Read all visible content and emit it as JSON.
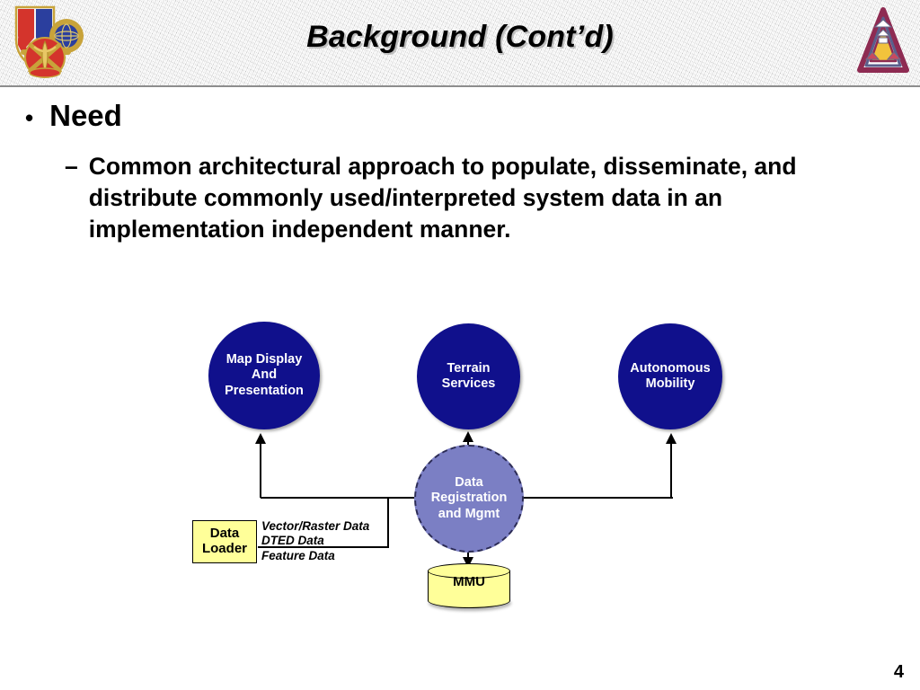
{
  "slide": {
    "title": "Background (Cont’d)",
    "page_number": "4",
    "left_emblem_icon": "military-unit-crest-icon",
    "right_emblem_icon": "triangle-unit-patch-icon"
  },
  "bullets": {
    "level1": {
      "marker": "•",
      "text": "Need"
    },
    "level2": {
      "marker": "–",
      "text": "Common architectural approach to populate, disseminate, and distribute commonly used/interpreted system data in an implementation independent manner."
    }
  },
  "diagram": {
    "type": "block-flow",
    "nodes": [
      {
        "id": "map_display",
        "label": "Map Display\nAnd\nPresentation",
        "shape": "circle",
        "fill": "#10108c",
        "text_color": "#ffffff"
      },
      {
        "id": "terrain_services",
        "label": "Terrain\nServices",
        "shape": "circle",
        "fill": "#10108c",
        "text_color": "#ffffff"
      },
      {
        "id": "autonomous_mobility",
        "label": "Autonomous\nMobility",
        "shape": "circle",
        "fill": "#10108c",
        "text_color": "#ffffff"
      },
      {
        "id": "data_registration",
        "label": "Data\nRegistration\nand Mgmt",
        "shape": "circle-dashed",
        "fill": "#7b7fc4",
        "text_color": "#ffffff"
      },
      {
        "id": "data_loader",
        "label": "Data\nLoader",
        "shape": "rect",
        "fill": "#ffff99",
        "text_color": "#000000"
      },
      {
        "id": "mmu",
        "label": "MMU",
        "shape": "cylinder",
        "fill": "#ffff99",
        "text_color": "#000000"
      }
    ],
    "edge_labels": [
      "Vector/Raster Data",
      "DTED Data",
      "Feature Data"
    ],
    "edges": [
      {
        "from": "data_registration",
        "to": "map_display",
        "arrow": true
      },
      {
        "from": "data_registration",
        "to": "terrain_services",
        "arrow": true
      },
      {
        "from": "data_registration",
        "to": "autonomous_mobility",
        "arrow": true
      },
      {
        "from": "data_registration",
        "to": "mmu",
        "arrow": true
      },
      {
        "from": "data_loader",
        "to": "data_registration",
        "arrow": false
      }
    ]
  },
  "node_labels": {
    "map_display_l1": "Map Display",
    "map_display_l2": "And",
    "map_display_l3": "Presentation",
    "terrain_l1": "Terrain",
    "terrain_l2": "Services",
    "autonomous_l1": "Autonomous",
    "autonomous_l2": "Mobility",
    "drm_l1": "Data",
    "drm_l2": "Registration",
    "drm_l3": "and Mgmt",
    "loader_l1": "Data",
    "loader_l2": "Loader",
    "mmu": "MMU",
    "label_vector": "Vector/Raster Data",
    "label_dted": "DTED Data",
    "label_feature": "Feature Data"
  }
}
